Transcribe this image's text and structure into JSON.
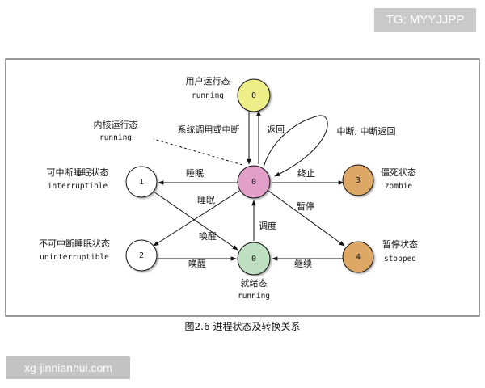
{
  "watermarks": {
    "top": "TG: MYYJJPP",
    "bottom": "xg-jinnianhui.com"
  },
  "caption": "图2.6 进程状态及转换关系",
  "nodes": {
    "user_running": {
      "number": "0",
      "label": "用户运行态",
      "sublabel": "running",
      "color": "#eeee88"
    },
    "kernel_running": {
      "number": "0",
      "label": "内核运行态",
      "sublabel": "running",
      "color": "#e2a0c8"
    },
    "interruptible": {
      "number": "1",
      "label": "可中断睡眠状态",
      "sublabel": "interruptible",
      "color": "#ffffff"
    },
    "uninterruptible": {
      "number": "2",
      "label": "不可中断睡眠状态",
      "sublabel": "uninterruptible",
      "color": "#ffffff"
    },
    "ready": {
      "number": "0",
      "label": "就绪态",
      "sublabel": "running",
      "color": "#bfe0c0"
    },
    "zombie": {
      "number": "3",
      "label": "僵死状态",
      "sublabel": "zombie",
      "color": "#dda766"
    },
    "stopped": {
      "number": "4",
      "label": "暂停状态",
      "sublabel": "stopped",
      "color": "#dda766"
    }
  },
  "edges": {
    "syscall_interrupt": "系统调用或中断",
    "return": "返回",
    "interrupt_return": "中断, 中断返回",
    "sleep_1": "睡眠",
    "sleep_2": "睡眠",
    "exit": "终止",
    "pause": "暂停",
    "schedule": "调度",
    "wakeup_1": "唤醒",
    "wakeup_2": "唤醒",
    "continue": "继续"
  }
}
